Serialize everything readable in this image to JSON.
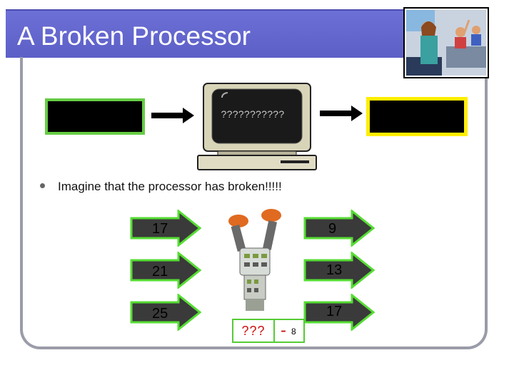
{
  "slide": {
    "title": "A Broken Processor",
    "processor_text": "???????????",
    "bullet": "Imagine that the processor has broken!!!!!",
    "inputs": [
      "17",
      "21",
      "25"
    ],
    "outputs": [
      "9",
      "13",
      "17"
    ],
    "unknown_operation": "???",
    "operator": "-",
    "operand": "8"
  },
  "colors": {
    "title_bar": "#5c5fc6",
    "input_border": "#66cc44",
    "output_border": "#ffee00",
    "arrow_green": "#55dd33",
    "question_red": "#cc1111"
  },
  "icons": [
    "classroom-clipart",
    "computer-icon",
    "robot-clipart"
  ]
}
